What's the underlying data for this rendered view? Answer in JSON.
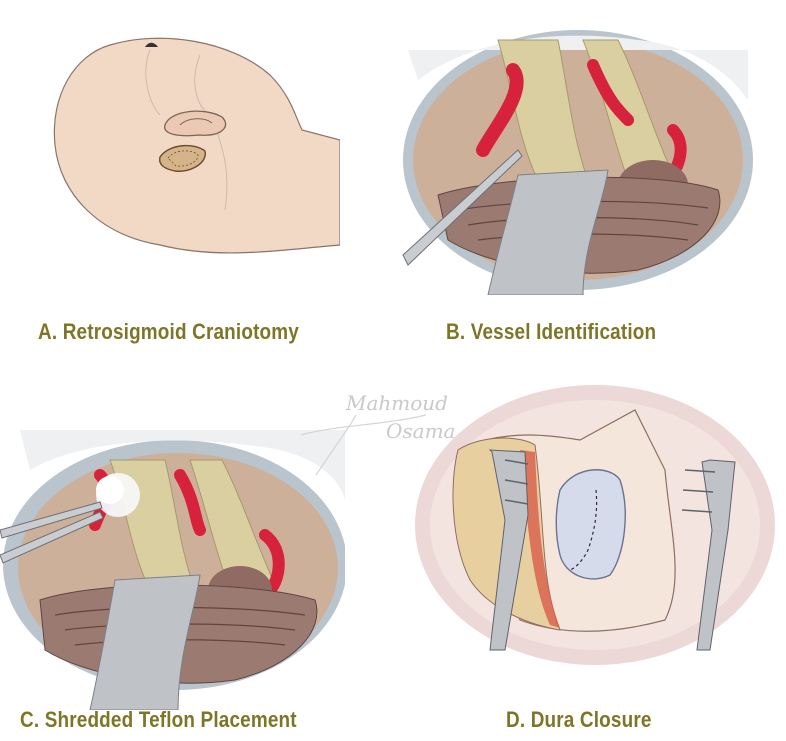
{
  "panels": [
    {
      "id": "A",
      "caption": "A. Retrosigmoid Craniotomy"
    },
    {
      "id": "B",
      "caption": "B. Vessel Identification"
    },
    {
      "id": "C",
      "caption": "C. Shredded Teflon Placement"
    },
    {
      "id": "D",
      "caption": "D. Dura Closure"
    }
  ],
  "signature": {
    "line1": "Mahmoud",
    "line2": "Osama"
  },
  "colors": {
    "caption": "#7e7526",
    "skin": "#f1d9c6",
    "cerebellum": "#9b7a72",
    "nerve": "#d9cfa1",
    "vessel": "#d6223b",
    "dura": "#f5e6dc",
    "retractor": "#bfc3c8"
  }
}
